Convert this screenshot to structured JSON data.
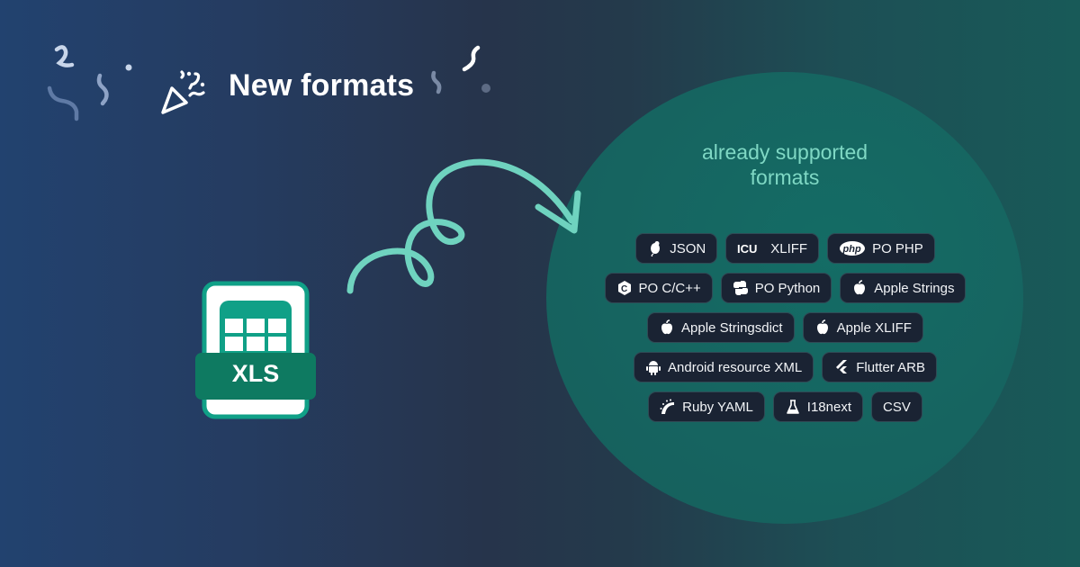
{
  "headline": "New formats",
  "new_format": {
    "label": "XLS",
    "colors": {
      "frame": "#10a087",
      "band": "#0e7a61",
      "fill": "#ffffff"
    }
  },
  "supported": {
    "title_line1": "already supported",
    "title_line2": "formats",
    "rows": [
      [
        {
          "label": "JSON",
          "icon": "json-mouse-icon"
        },
        {
          "label": "XLIFF",
          "icon": "icu-icon"
        },
        {
          "label": "PO PHP",
          "icon": "php-icon"
        }
      ],
      [
        {
          "label": "PO C/C++",
          "icon": "c-lang-icon"
        },
        {
          "label": "PO Python",
          "icon": "python-icon"
        },
        {
          "label": "Apple Strings",
          "icon": "apple-icon"
        }
      ],
      [
        {
          "label": "Apple Stringsdict",
          "icon": "apple-icon"
        },
        {
          "label": "Apple XLIFF",
          "icon": "apple-icon"
        }
      ],
      [
        {
          "label": "Android resource XML",
          "icon": "android-icon"
        },
        {
          "label": "Flutter ARB",
          "icon": "flutter-icon"
        }
      ],
      [
        {
          "label": "Ruby YAML",
          "icon": "rails-icon"
        },
        {
          "label": "I18next",
          "icon": "flask-icon"
        },
        {
          "label": "CSV",
          "icon": ""
        }
      ]
    ]
  },
  "colors": {
    "bg_left": "#22426f",
    "bg_mid": "#26344b",
    "bg_right": "#185a58",
    "circle": "#166460",
    "accent": "#7fd8c4",
    "chip_bg": "#1a2333"
  }
}
